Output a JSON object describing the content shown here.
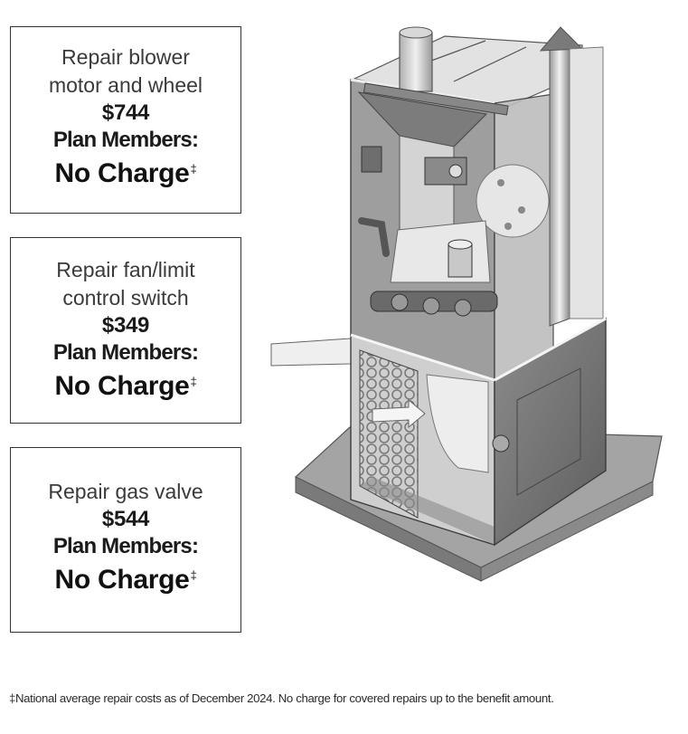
{
  "cards": [
    {
      "description_lines": [
        "Repair blower",
        "motor and wheel"
      ],
      "price": "$744",
      "members_label": "Plan Members:",
      "members_value": "No Charge",
      "mark": "‡"
    },
    {
      "description_lines": [
        "Repair fan/limit",
        "control switch"
      ],
      "price": "$349",
      "members_label": "Plan Members:",
      "members_value": "No Charge",
      "mark": "‡"
    },
    {
      "description_lines": [
        "Repair gas valve"
      ],
      "price": "$544",
      "members_label": "Plan Members:",
      "members_value": "No Charge",
      "mark": "‡"
    }
  ],
  "illustration": {
    "subject": "furnace-cutaway",
    "colors": {
      "light": "#e6e6e6",
      "mid": "#a8a8a8",
      "dark": "#6e6e6e",
      "outline": "#3c3c3c"
    }
  },
  "footnote": "‡National average repair costs as of December 2024. No charge for covered repairs up to the benefit amount."
}
